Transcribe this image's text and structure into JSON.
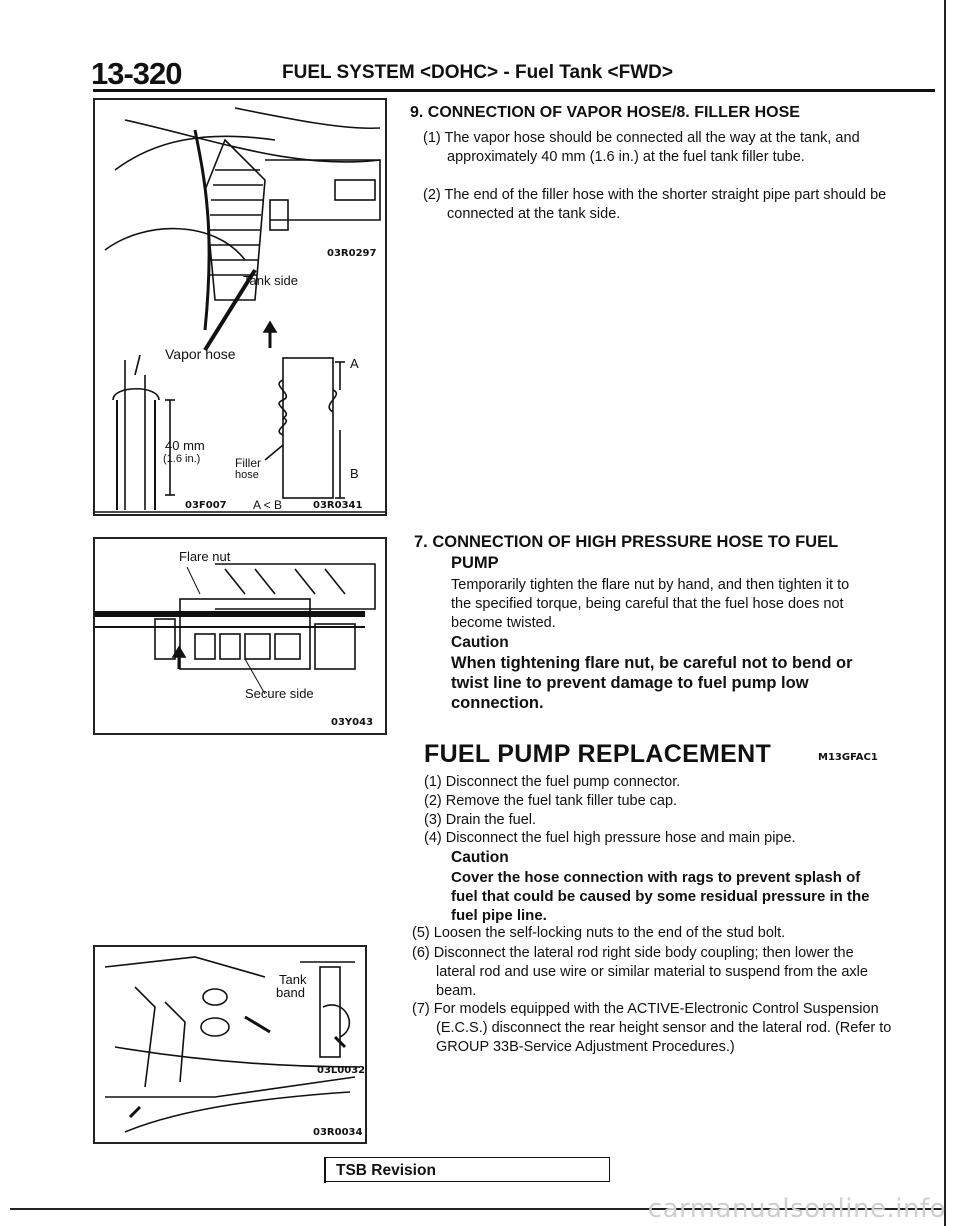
{
  "header": {
    "page_number": "13-320",
    "running_title": "FUEL SYSTEM <DOHC> - Fuel Tank <FWD>"
  },
  "figures": {
    "fig1": {
      "code_top": "03R0297",
      "tank_side": "Tank side",
      "vapor_hose": "Vapor hose",
      "dim_mm": "40 mm",
      "dim_in": "(1.6 in.)",
      "filler_hose_1": "Filler",
      "filler_hose_2": "hose",
      "label_a": "A",
      "label_b": "B",
      "relation": "A < B",
      "code_left": "03F007",
      "code_right": "03R0341"
    },
    "fig2": {
      "flare_nut": "Flare nut",
      "secure_side": "Secure side",
      "code": "03Y043"
    },
    "fig3": {
      "tank_band_1": "Tank",
      "tank_band_2": "band",
      "code_1": "03L0032",
      "code_2": "03R0034"
    }
  },
  "section9": {
    "title": "9. CONNECTION OF VAPOR HOSE/8. FILLER HOSE",
    "item1": "(1) The vapor hose should be connected all the way at the tank, and approximately 40 mm (1.6 in.) at the fuel tank filler tube.",
    "item2": "(2) The end of the filler hose with the shorter straight pipe part should be connected at the tank side."
  },
  "section7": {
    "title_line1": "7. CONNECTION OF HIGH PRESSURE HOSE TO FUEL",
    "title_line2": "PUMP",
    "body": "Temporarily tighten the flare nut by hand, and then tighten it to the specified torque, being careful that the fuel hose does not become twisted.",
    "caution_label": "Caution",
    "caution_text": "When tightening flare nut, be careful not to bend or twist line to prevent damage to fuel pump low connection."
  },
  "replacement": {
    "heading": "FUEL PUMP REPLACEMENT",
    "code": "M13GFAC1",
    "steps": [
      "(1) Disconnect the fuel pump connector.",
      "(2) Remove the fuel tank filler tube cap.",
      "(3) Drain the fuel.",
      "(4) Disconnect the fuel high pressure hose and main pipe."
    ],
    "caution_label": "Caution",
    "caution_text": "Cover the hose connection with rags to prevent splash of fuel that could be caused by some residual pressure in the fuel pipe line.",
    "steps2": [
      "(5) Loosen the self-locking nuts to the end of the stud bolt.",
      "(6) Disconnect the lateral rod right side body coupling; then lower the lateral rod and use wire or similar material to suspend from the axle beam.",
      "(7) For models equipped with the ACTIVE-Electronic Control Suspension (E.C.S.) disconnect the rear height sensor and the lateral rod. (Refer to GROUP 33B-Service Adjustment Procedures.)"
    ]
  },
  "footer": {
    "tsb": "TSB Revision",
    "watermark": "carmanualsonline.info"
  }
}
